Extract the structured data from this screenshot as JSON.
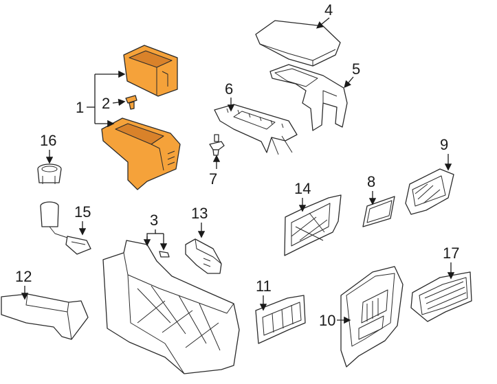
{
  "diagram": {
    "colors": {
      "highlight": "#f5a23a",
      "highlight_dark": "#d9822a",
      "line": "#2a2a2a",
      "background": "#ffffff"
    },
    "callouts": {
      "c1": "1",
      "c2": "2",
      "c3": "3",
      "c4": "4",
      "c5": "5",
      "c6": "6",
      "c7": "7",
      "c8": "8",
      "c9": "9",
      "c10": "10",
      "c11": "11",
      "c12": "12",
      "c13": "13",
      "c14": "14",
      "c15": "15",
      "c16": "16",
      "c17": "17"
    }
  }
}
